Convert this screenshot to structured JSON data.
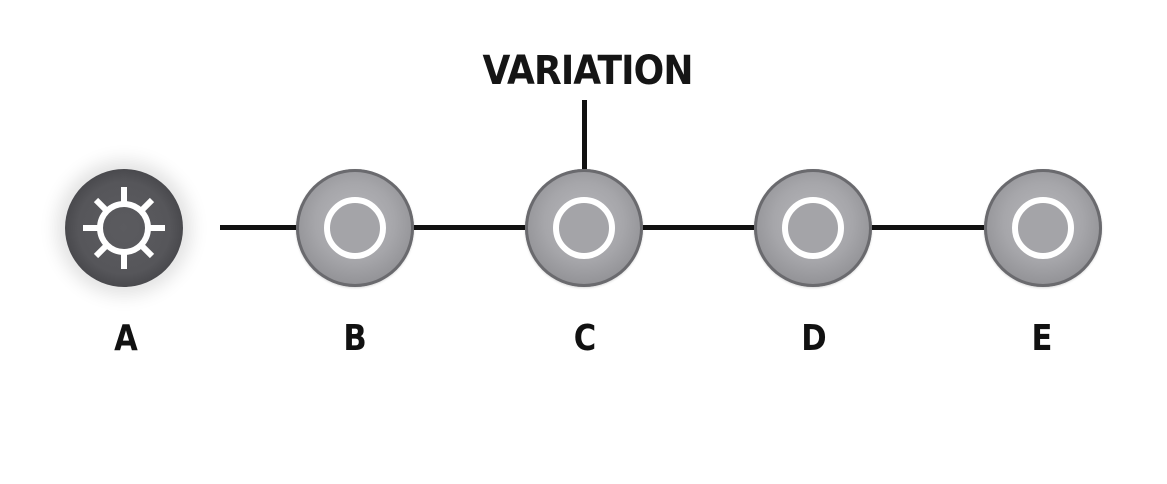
{
  "diagram": {
    "title": "VARIATION",
    "connector_color": "#111111",
    "nodes": [
      {
        "label": "A",
        "icon": "sun-icon",
        "style": "dark",
        "inner_color": "#5a5a5e",
        "ring_color": "#3c3c40"
      },
      {
        "label": "B",
        "icon": "ring-icon",
        "style": "light",
        "inner_color": "#a4a4a8"
      },
      {
        "label": "C",
        "icon": "ring-icon",
        "style": "light",
        "inner_color": "#a4a4a8",
        "annotated_by": "VARIATION"
      },
      {
        "label": "D",
        "icon": "ring-icon",
        "style": "light",
        "inner_color": "#a4a4a8"
      },
      {
        "label": "E",
        "icon": "ring-icon",
        "style": "light",
        "inner_color": "#a4a4a8"
      }
    ]
  }
}
